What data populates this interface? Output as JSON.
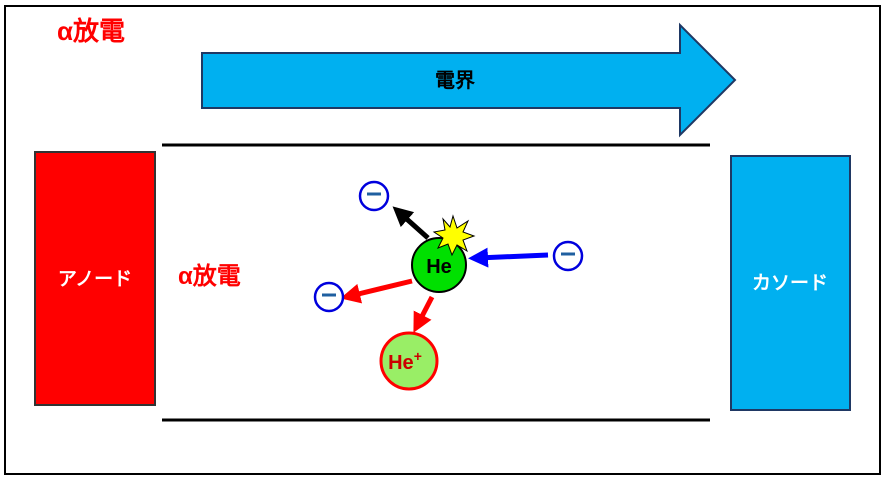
{
  "title": "α放電",
  "field_label": "電界",
  "anode_label": "アノード",
  "cathode_label": "カソード",
  "discharge_label": "α放電",
  "atom_label": "He",
  "ion_label": "He",
  "ion_charge": "+",
  "electron_symbol": "−",
  "colors": {
    "anode": "#ff0000",
    "cathode": "#00b0f0",
    "field": "#00b0f0",
    "atom": "#00e000",
    "ion": "#99ee66",
    "text_red": "#ff0000"
  }
}
